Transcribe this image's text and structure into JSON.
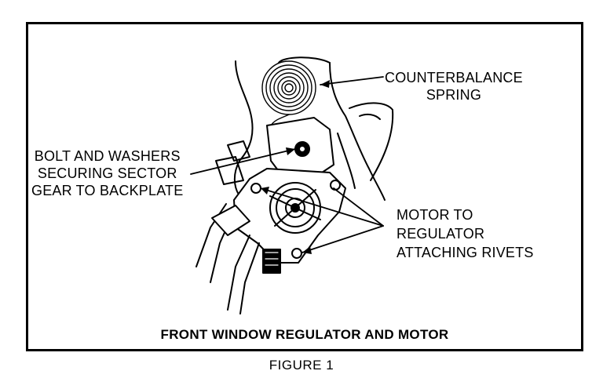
{
  "labels": {
    "counterbalance": [
      "COUNTERBALANCE",
      "SPRING"
    ],
    "bolt": [
      "BOLT AND WASHERS",
      "SECURING SECTOR",
      "GEAR TO BACKPLATE"
    ],
    "motor": [
      "MOTOR TO",
      "REGULATOR",
      "ATTACHING RIVETS"
    ]
  },
  "caption": "FRONT WINDOW REGULATOR AND MOTOR",
  "figure_label": "FIGURE 1"
}
